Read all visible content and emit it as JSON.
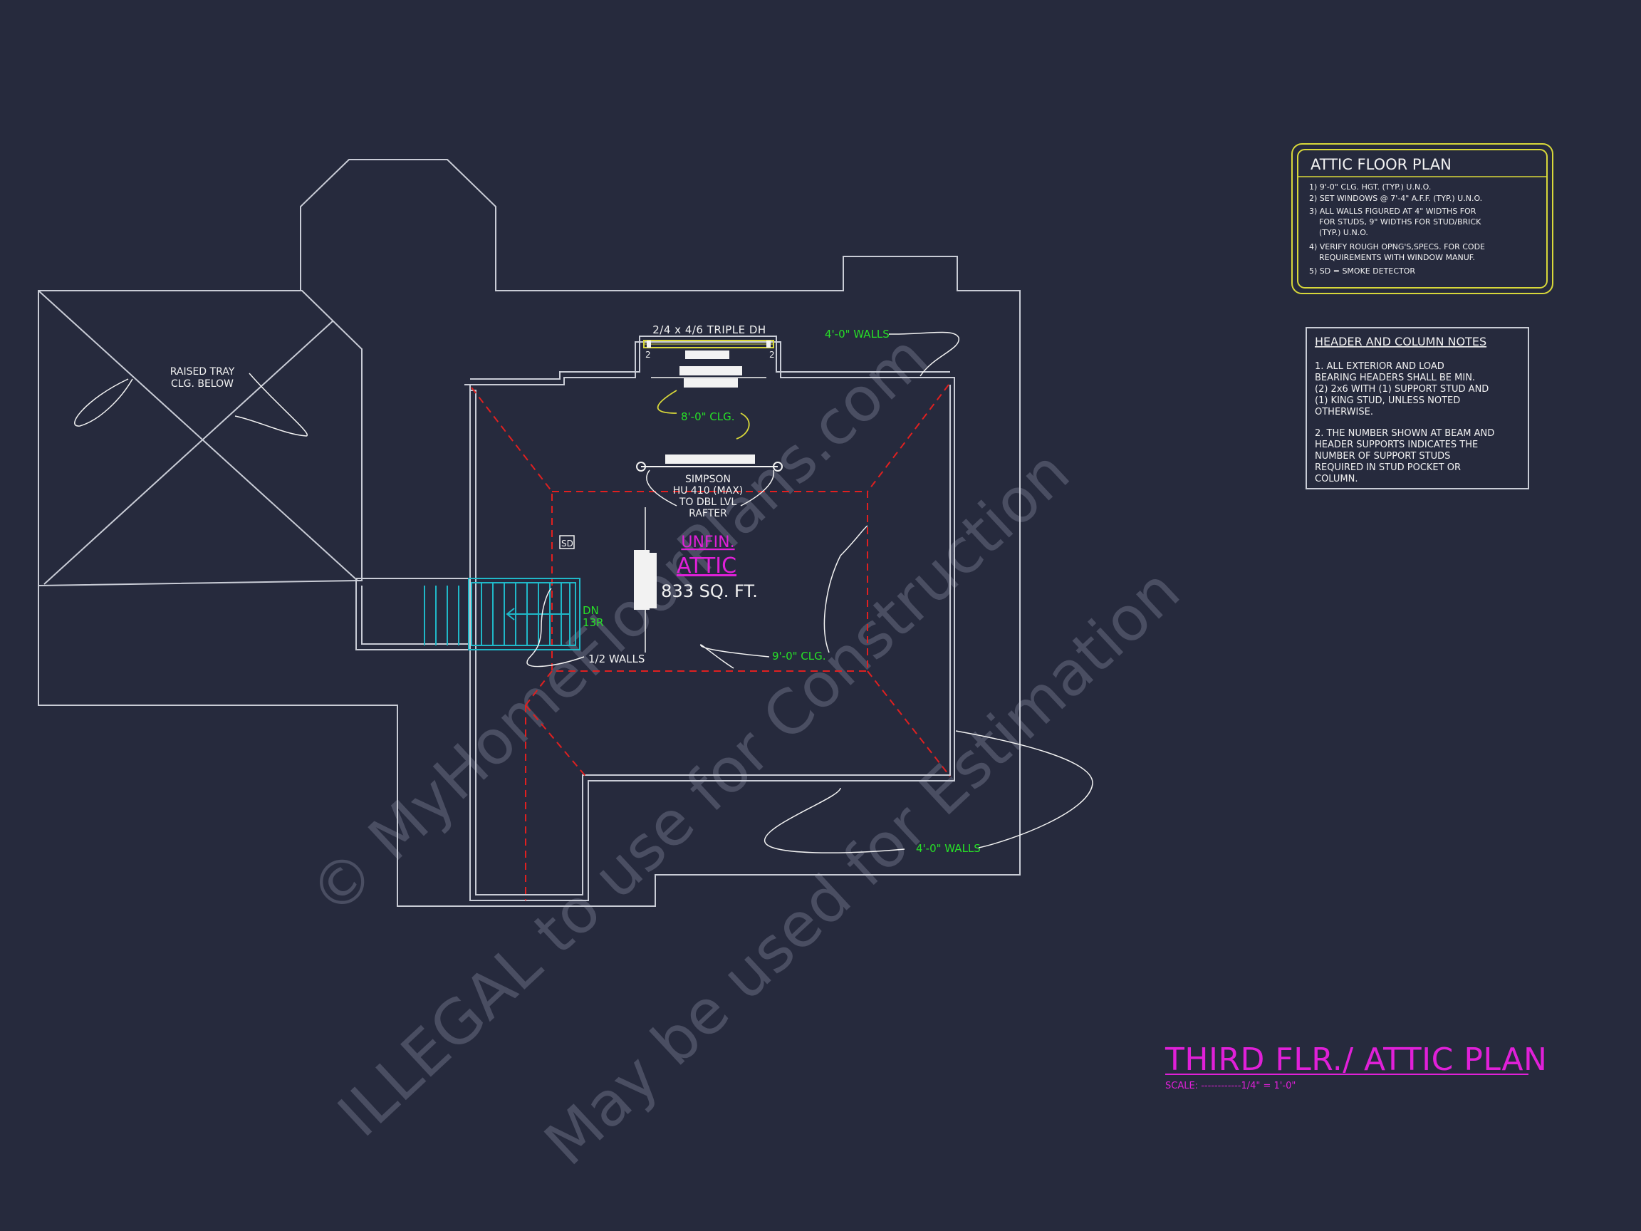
{
  "colors": {
    "background": "#262a3d",
    "line": "#c9ccd6",
    "green": "#27e027",
    "magenta": "#e020d8",
    "yellow": "#d8d83a",
    "red_dash": "#e02020",
    "cyan": "#20b8c8",
    "white_fill": "#f2f2f2",
    "watermark": "#4a4e62"
  },
  "plan": {
    "window_label": "2/4 x 4/6 TRIPLE DH",
    "window_marks": [
      "2",
      "2"
    ],
    "ceiling_8": "8'-0\" CLG.",
    "ceiling_9": "9'-0\" CLG.",
    "walls_4_top": "4'-0\" WALLS",
    "walls_4_bottom": "4'-0\" WALLS",
    "half_walls": "1/2 WALLS",
    "raised_tray": [
      "RAISED TRAY",
      "CLG. BELOW"
    ],
    "simpson": [
      "SIMPSON",
      "HU 410 (MAX)",
      "TO DBL LVL",
      "RAFTER"
    ],
    "room_name_1": "UNFIN.",
    "room_name_2": "ATTIC",
    "room_area": "833 SQ. FT.",
    "smoke_detector": "SD",
    "stair_dir": "DN",
    "stair_risers": "13R"
  },
  "attic_notes": {
    "title": "ATTIC FLOOR PLAN",
    "lines": [
      "1) 9'-0\"  CLG. HGT. (TYP.) U.N.O.",
      "2) SET WINDOWS @ 7'-4\" A.F.F. (TYP.) U.N.O.",
      "3) ALL WALLS FIGURED AT 4\" WIDTHS FOR",
      "FOR STUDS, 9\" WIDTHS FOR STUD/BRICK",
      "(TYP.) U.N.O.",
      "4) VERIFY ROUGH OPNG'S,SPECS. FOR CODE",
      "REQUIREMENTS WITH WINDOW MANUF.",
      "5) SD = SMOKE DETECTOR"
    ]
  },
  "header_notes": {
    "title": "HEADER AND COLUMN NOTES",
    "lines": [
      "1. ALL EXTERIOR AND LOAD",
      "BEARING HEADERS SHALL BE MIN.",
      "(2) 2x6 WITH (1) SUPPORT STUD AND",
      "(1) KING STUD, UNLESS NOTED",
      "OTHERWISE.",
      "2. THE NUMBER SHOWN AT BEAM AND",
      "HEADER SUPPORTS INDICATES THE",
      "NUMBER OF SUPPORT STUDS",
      "REQUIRED IN STUD POCKET OR",
      "COLUMN."
    ]
  },
  "title_block": {
    "title": "THIRD FLR./ ATTIC PLAN",
    "scale": "SCALE: ------------1/4\" = 1'-0\""
  },
  "watermark": {
    "line1": "© MyHomeFloorPlans.com",
    "line2": "ILLEGAL to use for Construction",
    "line3": "May be used for Estimation"
  }
}
